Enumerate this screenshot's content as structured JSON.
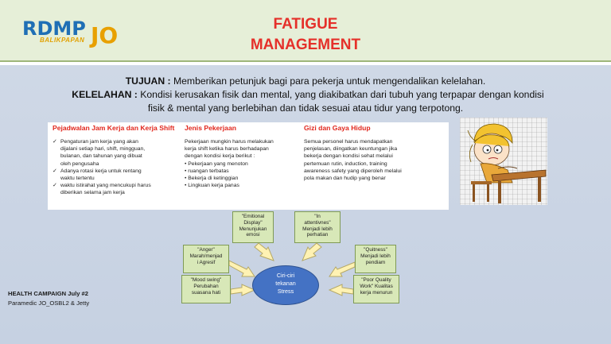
{
  "header": {
    "logo": {
      "brand": "RDMP",
      "sub": "BALIKPAPAN",
      "suffix": "JO"
    },
    "title_line1": "FATIGUE",
    "title_line2": "MANAGEMENT"
  },
  "goal": {
    "tujuan_label": "TUJUAN :",
    "tujuan_text": "Memberikan petunjuk bagi para pekerja untuk mengendalikan kelelahan.",
    "kelelahan_label": "KELELAHAN :",
    "kelelahan_text1": "Kondisi kerusakan fisik dan mental, yang diakibatkan dari tubuh yang terpapar dengan kondisi",
    "kelelahan_text2": "fisik & mental yang berlebihan dan tidak sesuai atau tidur yang terpotong."
  },
  "columns": {
    "jadwal": {
      "heading": "Pejadwalan Jam Kerja dan Kerja Shift",
      "items": [
        {
          "l1": "Pengaturan jam kerja yang akan",
          "l2": "dijalani   setiap hari, shift, mingguan,",
          "l3": "bulanan, dan tahunan yang dibuat",
          "l4": "oleh pengusaha"
        },
        {
          "l1": "Adanya rotasi kerja untuk rentang",
          "l2": "waktu tertentu"
        },
        {
          "l1": "waktu istirahat yang mencukupi harus",
          "l2": "diberikan selama jam kerja"
        }
      ]
    },
    "jenis": {
      "heading": "Jenis Pekerjaan",
      "intro1": "Pekerjaan mungkin harus melakukan",
      "intro2": "kerja shift ketika harus berhadapan",
      "intro3": "dengan kondisi kerja berikut :",
      "items": [
        "• Pekerjaan yang menoton",
        "• ruangan terbatas",
        "• Bekerja di ketinggian",
        "• Lingkuan kerja panas"
      ]
    },
    "gizi": {
      "heading": "Gizi dan Gaya Hidup",
      "lines": [
        "Semua personel harus mendapatkan",
        "penjelasan, diingatkan keuntungan jika",
        "bekerja dengan kondisi sehat melalui",
        "pertemuan rutin, induction, training",
        "awareness safety yang diperoleh melalui",
        "pola makan dan hudip yang benar"
      ]
    }
  },
  "diagram": {
    "center": [
      "Ciri-ciri",
      "tekanan",
      "Stress"
    ],
    "emotional": [
      "\"Emitional",
      "Display\"",
      "Menunjukan",
      "emosi"
    ],
    "attentive": [
      "\"In",
      "attentivnes\"",
      "Menjadi lebih",
      "perhatian"
    ],
    "anger": [
      "\"Anger\"",
      "Marah/menjad",
      "i Agresif"
    ],
    "quitness": [
      "\"Quitness\"",
      "Menjadi lebih",
      "pendiam"
    ],
    "mood": [
      "\"Mood swing\"",
      "Perubahan",
      "suasana hati"
    ],
    "quality": [
      "\"Poor Quality",
      "Work\" Kualitas",
      "kerja menurun"
    ]
  },
  "footer": {
    "campaign": "HEALTH CAMPAIGN July #2",
    "credit": "Paramedic JO_OSBL2 & Jetty"
  },
  "colors": {
    "title_red": "#e5302a",
    "header_bg": "#e6efd8",
    "box_green": "#d8e8b8",
    "center_blue": "#4472c4",
    "arrow_yellow": "#fff2b3"
  },
  "icons": {
    "picture": "tired-student-at-desk-illustration",
    "bullets": "check-mark-icon"
  }
}
